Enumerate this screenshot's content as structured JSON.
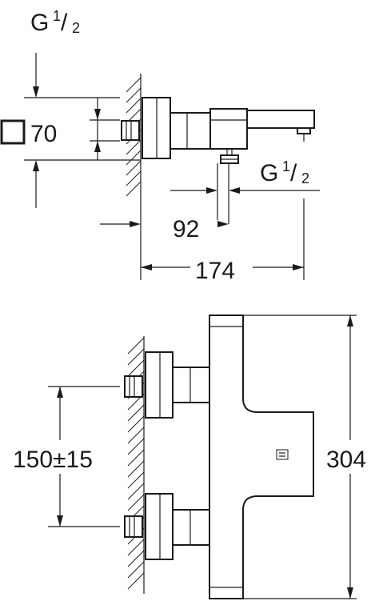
{
  "top_view": {
    "inlet_thread": {
      "prefix": "G",
      "numerator": "1",
      "slash": "/",
      "denominator": "2"
    },
    "square_size": "70",
    "outlet_thread": {
      "prefix": "G",
      "numerator": "1",
      "slash": "/",
      "denominator": "2"
    },
    "dim_outlet_distance": "92",
    "dim_spout_length": "174"
  },
  "front_view": {
    "dim_center_distance": "150±15",
    "dim_height": "304"
  },
  "colors": {
    "line": "#1a1a1a",
    "background": "#ffffff"
  }
}
